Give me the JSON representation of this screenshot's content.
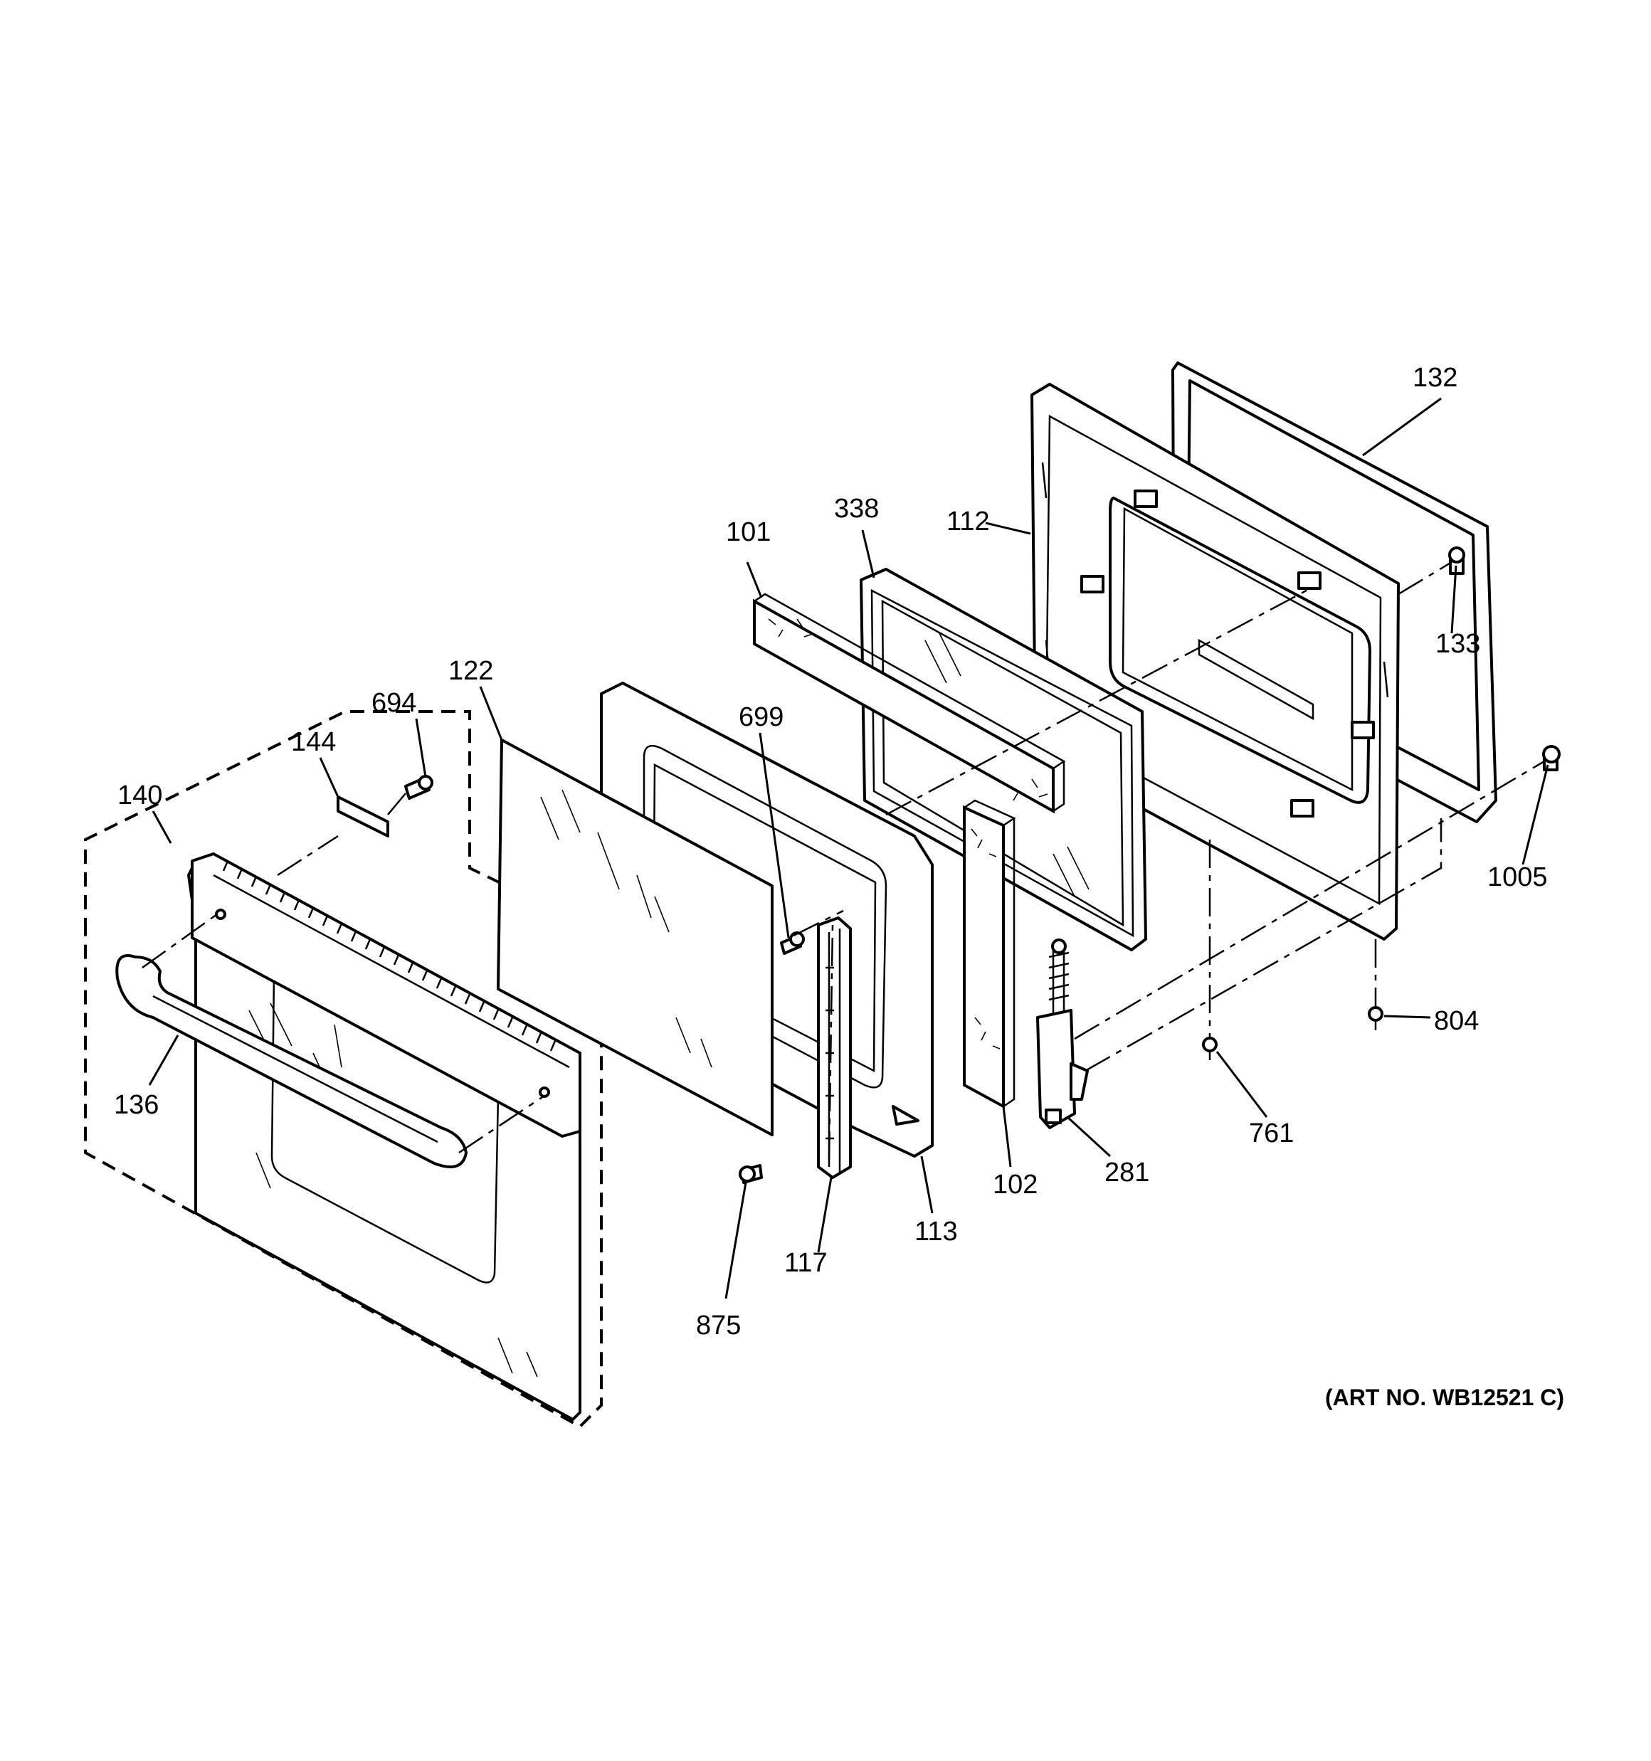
{
  "labels": {
    "p132": "132",
    "p112": "112",
    "p338": "338",
    "p101": "101",
    "p133": "133",
    "p122": "122",
    "p694": "694",
    "p699": "699",
    "p144": "144",
    "p140": "140",
    "p1005": "1005",
    "p804": "804",
    "p761": "761",
    "p281": "281",
    "p102": "102",
    "p136": "136",
    "p113": "113",
    "p117": "117",
    "p875": "875"
  },
  "art_number": "(ART NO. WB12521 C)"
}
